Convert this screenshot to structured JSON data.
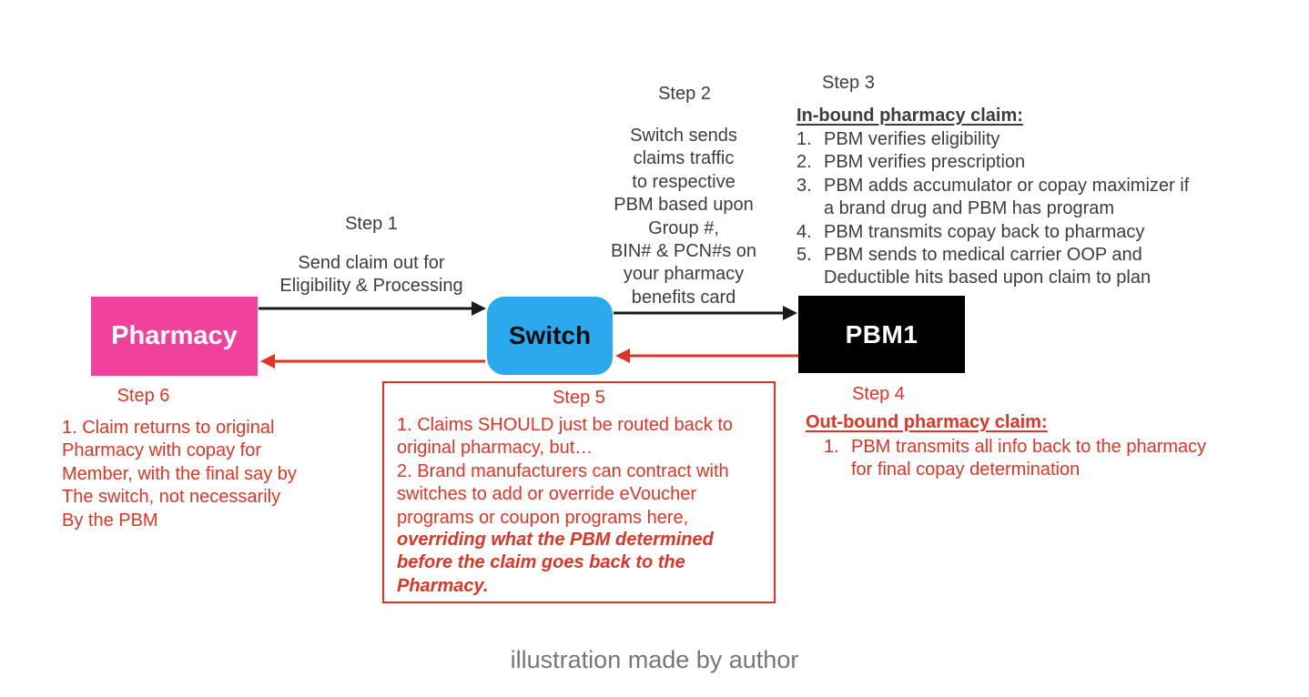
{
  "colors": {
    "pink": "#f2419c",
    "blue": "#2aa9ee",
    "node_black": "#000000",
    "red": "#de3526",
    "gray_text": "#3d3d3d",
    "caption_gray": "#767676",
    "arrow_black": "#1a1a1a"
  },
  "nodes": {
    "pharmacy": {
      "label": "Pharmacy"
    },
    "switch": {
      "label": "Switch"
    },
    "pbm1": {
      "label": "PBM1"
    }
  },
  "step1": {
    "label": "Step 1",
    "desc": "Send claim out for\nEligibility & Processing"
  },
  "step2": {
    "label": "Step 2",
    "desc": "Switch sends\nclaims traffic\nto respective\nPBM based upon\nGroup #,\nBIN# & PCN#s on\nyour pharmacy\nbenefits card"
  },
  "step3": {
    "label": "Step 3",
    "heading": "In-bound pharmacy claim:",
    "items": [
      {
        "num": "1.",
        "text": "PBM verifies eligibility"
      },
      {
        "num": "2.",
        "text": "PBM verifies prescription"
      },
      {
        "num": "3.",
        "text": "PBM adds accumulator or copay maximizer if\na brand drug and PBM has program"
      },
      {
        "num": "4.",
        "text": "PBM transmits copay back to pharmacy"
      },
      {
        "num": "5.",
        "text": "PBM sends to medical carrier OOP and\nDeductible hits based upon claim to plan"
      }
    ]
  },
  "step4": {
    "label": "Step 4",
    "heading": "Out-bound pharmacy claim:",
    "items": [
      {
        "num": "1.",
        "text": "PBM transmits all info back to the pharmacy\nfor final copay determination"
      }
    ]
  },
  "step5": {
    "label": "Step 5",
    "body": "1.  Claims SHOULD just be routed back to\noriginal pharmacy, but…\n2. Brand manufacturers can contract with\nswitches to add or override eVoucher\nprograms or coupon programs here,",
    "emphasis": "overriding what the PBM determined\nbefore the claim goes back to the\nPharmacy."
  },
  "step6": {
    "label": "Step 6",
    "body": "1.  Claim returns to original\nPharmacy with copay for\nMember, with the final say by\nThe switch, not necessarily\nBy the PBM"
  },
  "caption": "illustration made by author"
}
